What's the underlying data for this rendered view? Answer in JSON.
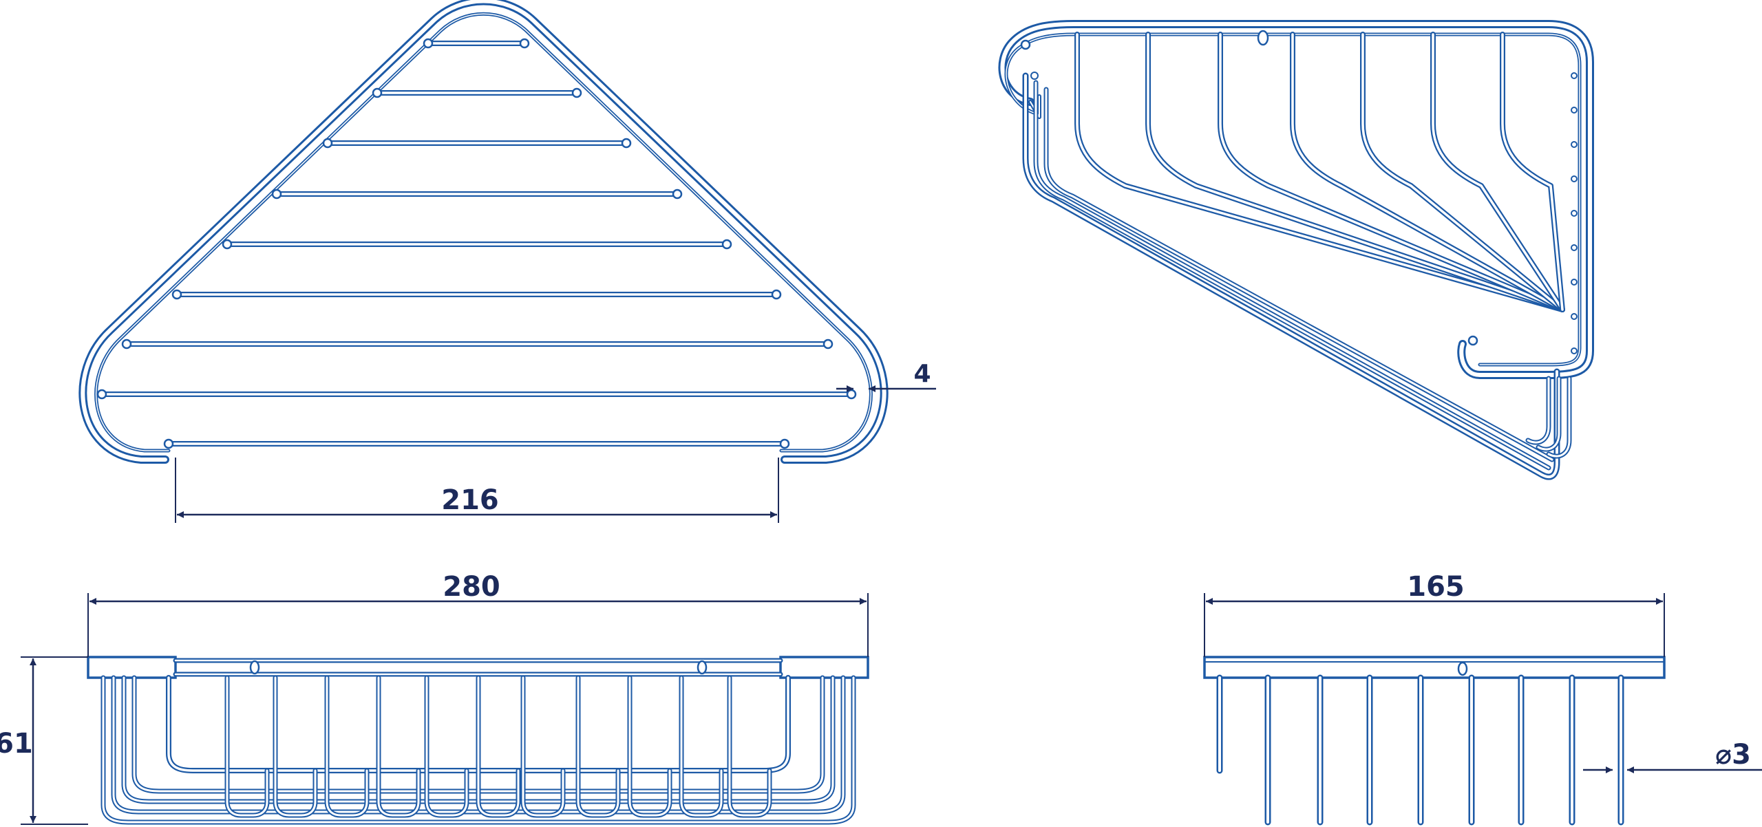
{
  "colors": {
    "wire_outer": "#1d5aa6",
    "wire_inner": "#ffffff",
    "dimension": "#1c2a5a",
    "background": "#ffffff"
  },
  "dimensions": {
    "wire_thickness": "4",
    "front_opening": "216",
    "overall_width": "280",
    "height": "61",
    "depth": "165",
    "rod_diameter": "⌀3"
  }
}
